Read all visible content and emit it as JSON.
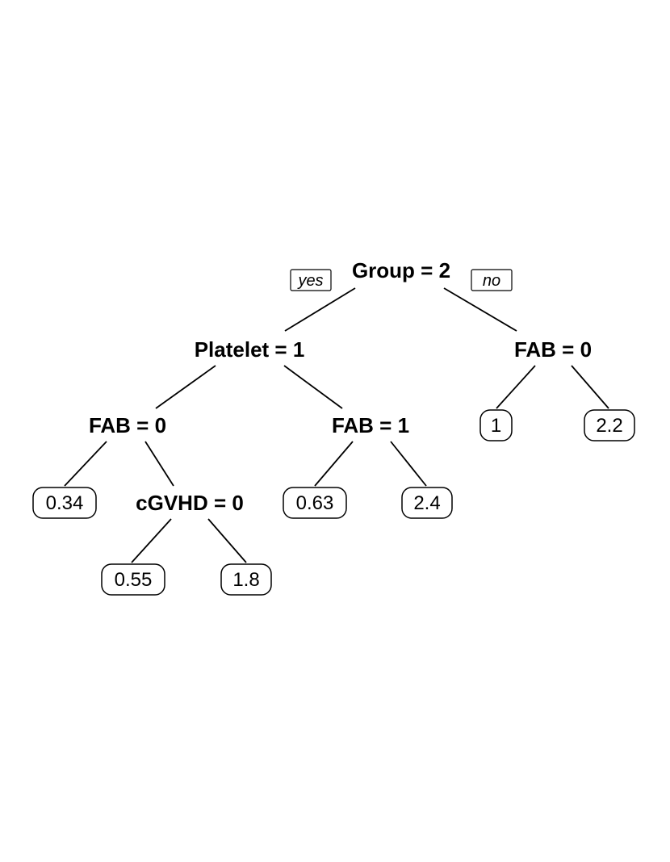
{
  "branch_labels": {
    "yes": "yes",
    "no": "no"
  },
  "nodes": {
    "root": "Group = 2",
    "platelet": "Platelet = 1",
    "right_fab0": "FAB = 0",
    "left_fab0": "FAB = 0",
    "mid_fab1": "FAB = 1",
    "cgvhd": "cGVHD = 0"
  },
  "leaves": {
    "l034": "0.34",
    "l055": "0.55",
    "l18": "1.8",
    "l063": "0.63",
    "l24": "2.4",
    "l1": "1",
    "l22": "2.2"
  }
}
